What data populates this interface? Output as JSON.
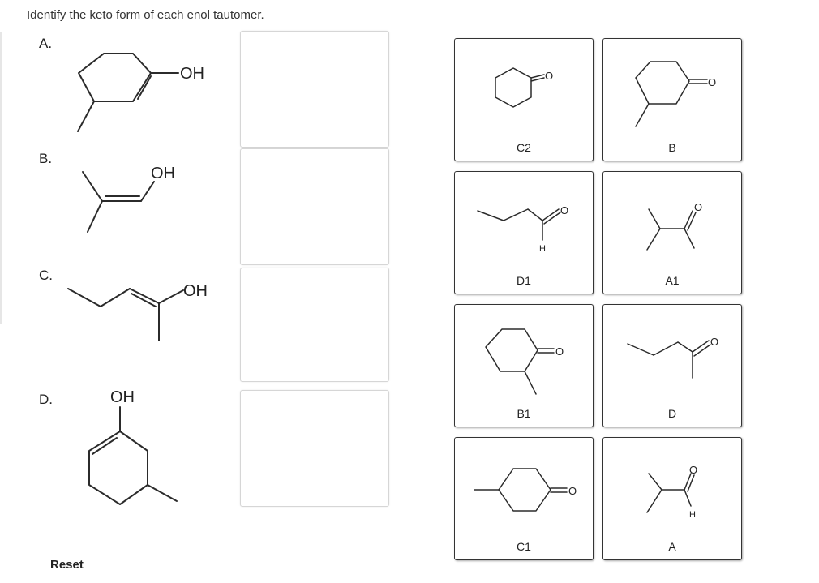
{
  "instruction": "Identify the keto form of each enol tautomer.",
  "questions": [
    {
      "label": "A.",
      "group": "OH"
    },
    {
      "label": "B.",
      "group": "OH"
    },
    {
      "label": "C.",
      "group": "OH"
    },
    {
      "label": "D.",
      "group": "OH"
    }
  ],
  "cards": [
    {
      "label": "C2",
      "atoms": [
        "O"
      ]
    },
    {
      "label": "B",
      "atoms": [
        "O"
      ]
    },
    {
      "label": "D1",
      "atoms": [
        "O",
        "H"
      ]
    },
    {
      "label": "A1",
      "atoms": [
        "O"
      ]
    },
    {
      "label": "B1",
      "atoms": [
        "O"
      ]
    },
    {
      "label": "D",
      "atoms": [
        "O"
      ]
    },
    {
      "label": "C1",
      "atoms": [
        "O"
      ]
    },
    {
      "label": "A",
      "atoms": [
        "O",
        "H"
      ]
    }
  ],
  "reset_label": "Reset"
}
